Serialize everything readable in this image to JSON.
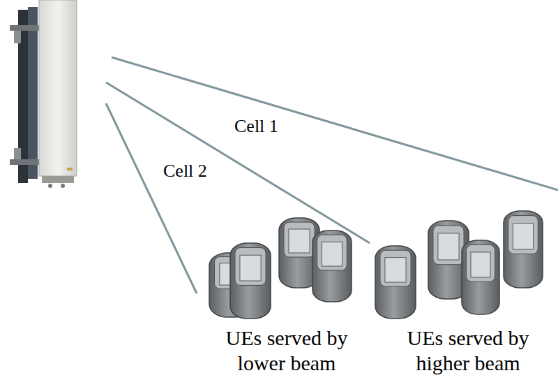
{
  "diagram": {
    "labels": [
      "Cell 1",
      "Cell 2",
      "UEs served by lower beam",
      "UEs served by higher beam"
    ]
  }
}
